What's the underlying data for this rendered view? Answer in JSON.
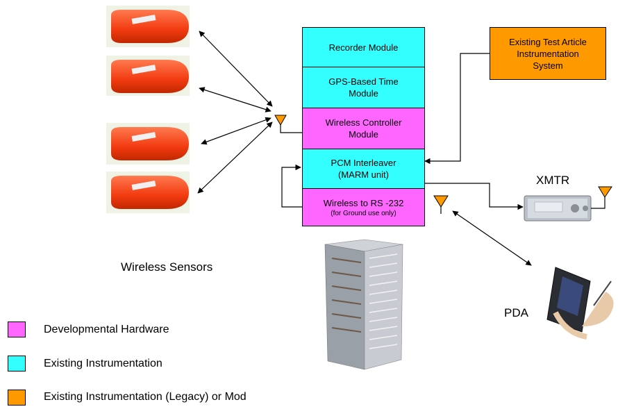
{
  "modules": {
    "recorder": "Recorder Module",
    "gps_line1": "GPS-Based Time",
    "gps_line2": "Module",
    "wireless_line1": "Wireless Controller",
    "wireless_line2": "Module",
    "pcm_line1": "PCM Interleaver",
    "pcm_line2": "(MARM unit)",
    "rs232_line1": "Wireless to RS -232",
    "rs232_line2": "(for Ground use only)"
  },
  "existing_system": {
    "line1": "Existing Test Article",
    "line2": "Instrumentation",
    "line3": "System"
  },
  "labels": {
    "xmtr": "XMTR",
    "pda": "PDA",
    "wireless_sensors": "Wireless Sensors"
  },
  "legend": [
    {
      "label": "Developmental Hardware",
      "color": "#ff66ff"
    },
    {
      "label": "Existing Instrumentation",
      "color": "#33ffff"
    },
    {
      "label": "Existing Instrumentation (Legacy) or Mod",
      "color": "#ff9900"
    }
  ],
  "colors": {
    "developmental": "#ff66ff",
    "existing": "#33ffff",
    "legacy": "#ff9900",
    "antenna": "#ff9900",
    "sensor": "#ff4a14"
  }
}
